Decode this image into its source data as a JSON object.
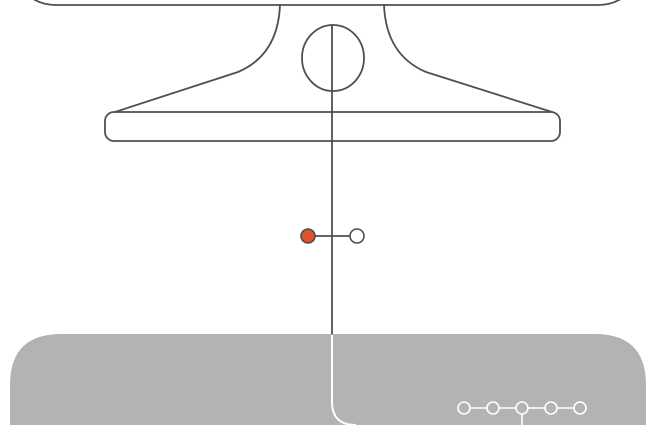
{
  "colors": {
    "background": "#ffffff",
    "outline": "#4a5054",
    "accent_node": "#e0522a",
    "hollow_node": "#ffffff",
    "base_panel": "#b2b3b5",
    "panel_line": "#ffffff"
  },
  "nodes": {
    "accent": "filled-node",
    "hollow": "hollow-node",
    "chain_count": 5
  }
}
